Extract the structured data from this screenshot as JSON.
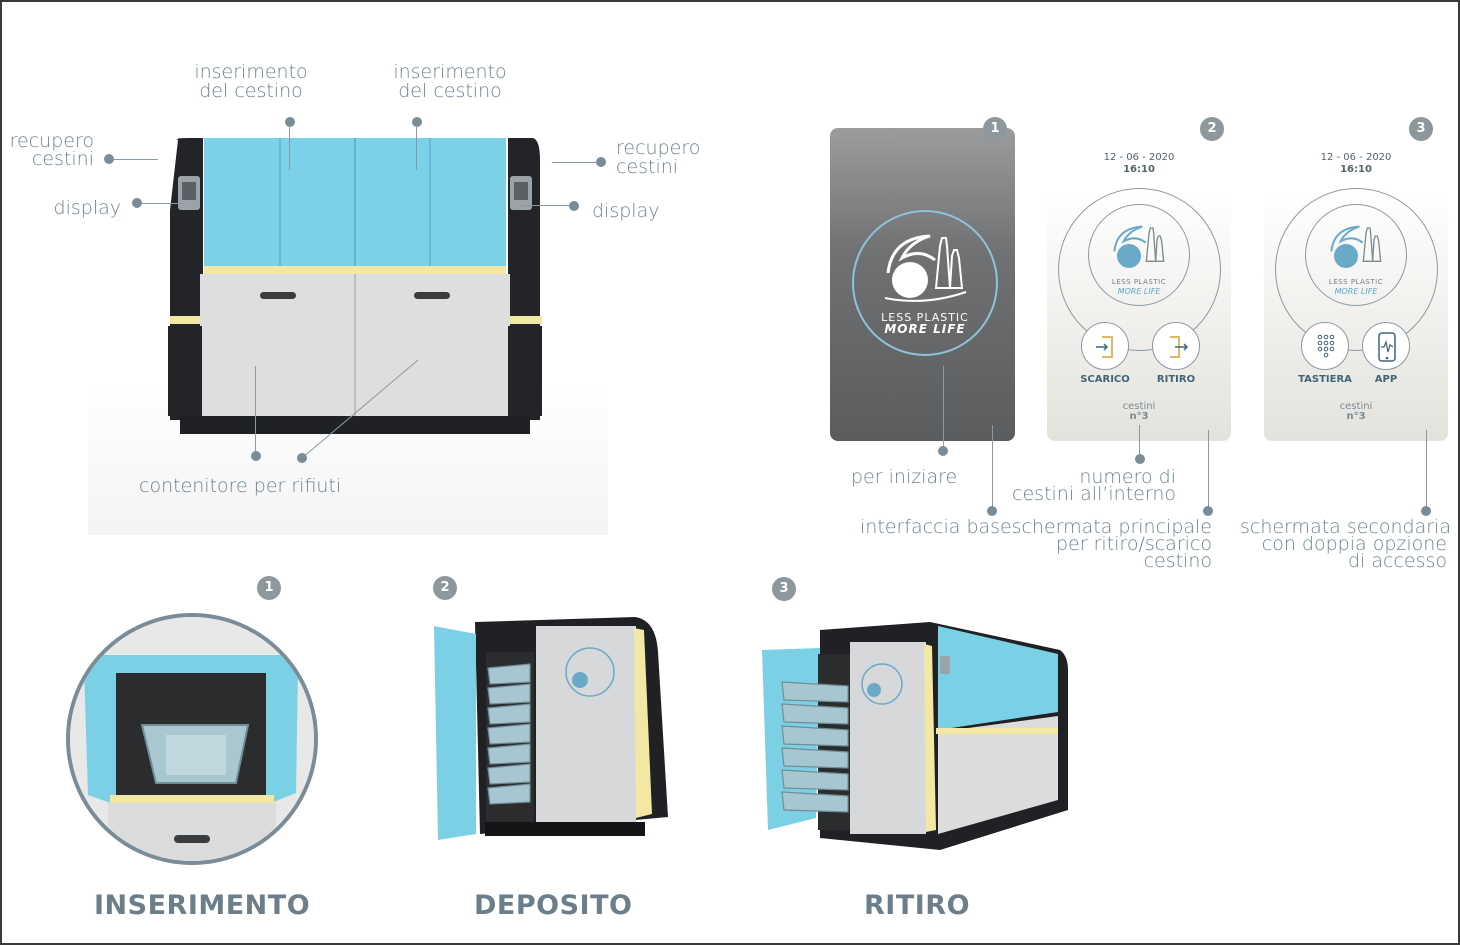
{
  "machine_labels": {
    "insert_left": [
      "inserimento",
      "del cestino"
    ],
    "insert_right": [
      "inserimento",
      "del cestino"
    ],
    "recover_left": [
      "recupero",
      "cestini"
    ],
    "recover_right": [
      "recupero",
      "cestini"
    ],
    "display_left": "display",
    "display_right": "display",
    "container": "contenitore per rifiuti"
  },
  "screens": {
    "badges": [
      "1",
      "2",
      "3"
    ],
    "logo_top": "LESS PLASTIC",
    "logo_bottom": "MORE LIFE",
    "date": "12 - 06 - 2020",
    "time": "16:10",
    "screen2_buttons": [
      "SCARICO",
      "RITIRO"
    ],
    "screen3_buttons": [
      "TASTIERA",
      "APP"
    ],
    "cestini_label": "cestini",
    "cestini_count": "n°3"
  },
  "screen_labels": {
    "start": "per iniziare",
    "base": "interfaccia base",
    "count": [
      "numero di",
      "cestini all’interno"
    ],
    "main": [
      "schermata principale",
      "per ritiro/scarico",
      "cestino"
    ],
    "secondary": [
      "schermata secondaria",
      "con doppia opzione",
      "di accesso"
    ]
  },
  "steps": {
    "badges": [
      "1",
      "2",
      "3"
    ],
    "titles": [
      "INSERIMENTO",
      "DEPOSITO",
      "RITIRO"
    ]
  },
  "colors": {
    "cyan": "#7dd0e6",
    "panel_grey": "#dcdcdc",
    "frame_black": "#1f2124",
    "accent_yellow": "#f2e7a3",
    "label_grey": "#6e8290"
  }
}
